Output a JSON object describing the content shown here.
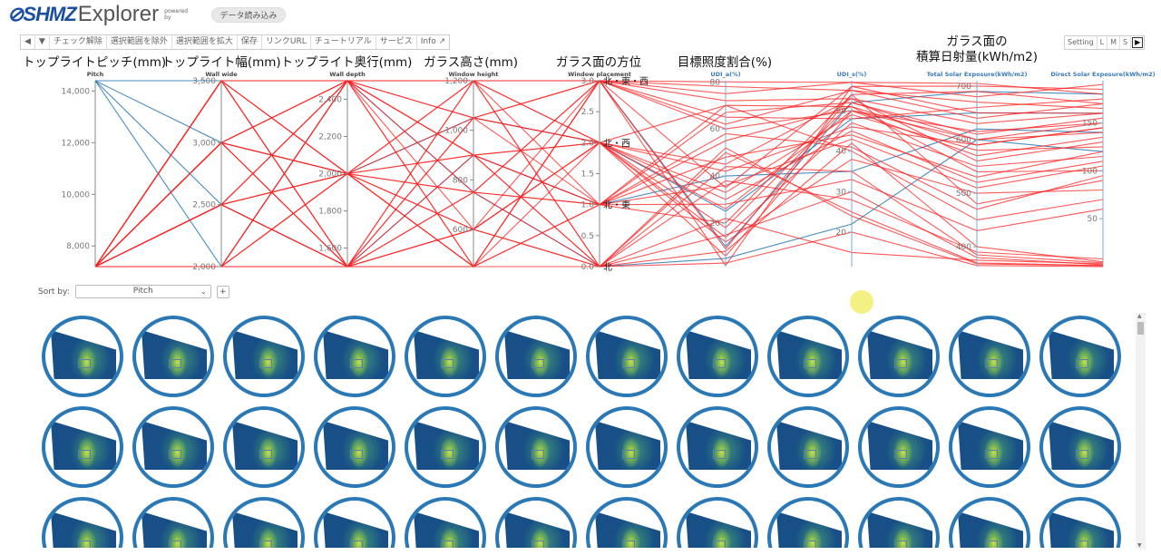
{
  "header": {
    "logo_mark": "⊘SHMZ",
    "logo_text": "Explorer",
    "powered": "powered by",
    "load_button": "データ読み込み"
  },
  "toolbar": {
    "items": [
      "◀",
      "▼",
      "チェック解除",
      "選択範囲を除外",
      "選択範囲を拡大",
      "保存",
      "リンクURL",
      "チュートリアル",
      "サービス",
      "Info ↗"
    ]
  },
  "right_toolbar": {
    "items": [
      "Setting",
      "L",
      "M",
      "S",
      "▶"
    ]
  },
  "titles": [
    "トップライトピッチ(mm)",
    "トップライト幅(mm)",
    "トップライト奥行(mm)",
    "ガラス高さ(mm)",
    "ガラス面の方位",
    "目標照度割合(%)",
    "ガラス面の",
    "積算日射量(kWh/m2)"
  ],
  "sort": {
    "label": "Sort by:",
    "value": "Pitch",
    "caret": "⌄",
    "add": "+"
  },
  "colors": {
    "selected": "#ff2020",
    "other": "#2a78b5",
    "axis": "#888"
  },
  "chart_data": {
    "type": "parallel-coordinates",
    "axes": [
      {
        "label": "Pitch",
        "range": [
          7200,
          14400
        ],
        "ticks": [
          8000,
          10000,
          12000,
          14000
        ],
        "tick_labels": [
          "8,000",
          "10,000",
          "12,000",
          "14,000"
        ]
      },
      {
        "label": "Wall wide",
        "range": [
          2000,
          3500
        ],
        "ticks": [
          2000,
          2500,
          3000,
          3500
        ],
        "tick_labels": [
          "2,000",
          "2,500",
          "3,000",
          "3,500"
        ]
      },
      {
        "label": "Wall depth",
        "range": [
          1500,
          2500
        ],
        "ticks": [
          1600,
          1800,
          2000,
          2200,
          2400
        ],
        "tick_labels": [
          "1,600",
          "1,800",
          "2,000",
          "2,200",
          "2,400"
        ]
      },
      {
        "label": "Window height",
        "range": [
          450,
          1200
        ],
        "ticks": [
          600,
          800,
          1000,
          1200
        ],
        "tick_labels": [
          "600",
          "800",
          "1,000",
          "1,200"
        ]
      },
      {
        "label": "Window placement",
        "range": [
          0,
          3
        ],
        "ticks": [
          0,
          0.5,
          1,
          1.5,
          2,
          2.5,
          3
        ],
        "tick_labels": [
          "0.0",
          "0.5",
          "1.0",
          "1.5",
          "2.0",
          "2.5",
          "3.0"
        ],
        "categories": [
          "北",
          "北・東",
          "北・西",
          "北・東・西"
        ]
      },
      {
        "label": "UDI_a(%)",
        "range": [
          1.5,
          80.5
        ],
        "ticks": [
          20,
          40,
          60,
          80
        ],
        "tick_labels": [
          "20",
          "40",
          "60",
          "80"
        ],
        "blue": true
      },
      {
        "label": "UDI_s(%)",
        "range": [
          11.5,
          57.4
        ],
        "ticks": [
          20,
          30,
          40,
          50
        ],
        "tick_labels": [
          "20",
          "30",
          "40",
          "50"
        ],
        "blue": true
      },
      {
        "label": "Total Solar Exposure(kWh/m2)",
        "range": [
          363,
          710
        ],
        "ticks": [
          400,
          500,
          600,
          700
        ],
        "tick_labels": [
          "400",
          "500",
          "600",
          "700"
        ],
        "blue": true
      },
      {
        "label": "Direct Solar Exposure(kWh/m2)",
        "range": [
          0,
          194
        ],
        "ticks": [
          50,
          100,
          150
        ],
        "tick_labels": [
          "50",
          "100",
          "150"
        ],
        "blue": true
      }
    ],
    "records": [
      [
        14400,
        3500,
        2500,
        1200,
        3,
        10,
        52,
        690,
        180
      ],
      [
        14400,
        3000,
        2000,
        1050,
        2,
        25,
        48,
        650,
        160
      ],
      [
        14400,
        2500,
        1500,
        900,
        1,
        40,
        35,
        620,
        140
      ],
      [
        14400,
        2000,
        2500,
        750,
        0,
        5,
        22,
        600,
        120
      ],
      [
        7200,
        3500,
        2000,
        1200,
        3,
        78,
        55,
        640,
        170
      ],
      [
        7200,
        3500,
        1500,
        450,
        3,
        60,
        50,
        600,
        150
      ],
      [
        7200,
        3000,
        2500,
        1050,
        2,
        45,
        53,
        560,
        130
      ],
      [
        7200,
        3000,
        1500,
        600,
        2,
        30,
        45,
        520,
        110
      ],
      [
        7200,
        2500,
        2000,
        900,
        1,
        20,
        54,
        480,
        90
      ],
      [
        7200,
        2500,
        2500,
        450,
        1,
        70,
        40,
        450,
        70
      ],
      [
        7200,
        2000,
        1500,
        750,
        0,
        15,
        30,
        380,
        2
      ],
      [
        7200,
        2000,
        2500,
        1200,
        0,
        50,
        25,
        370,
        1
      ],
      [
        7200,
        2000,
        2000,
        600,
        3,
        35,
        56,
        700,
        185
      ],
      [
        7200,
        3500,
        2500,
        900,
        0,
        8,
        42,
        400,
        5
      ],
      [
        7200,
        2500,
        1500,
        1050,
        3,
        65,
        48,
        660,
        175
      ],
      [
        7200,
        3000,
        2000,
        750,
        1,
        55,
        51,
        540,
        100
      ],
      [
        7200,
        3500,
        1500,
        600,
        2,
        12,
        38,
        500,
        80
      ],
      [
        7200,
        2000,
        2000,
        1050,
        2,
        42,
        46,
        590,
        145
      ],
      [
        7200,
        2500,
        2500,
        1200,
        0,
        3,
        20,
        365,
        0
      ],
      [
        7200,
        3000,
        1500,
        450,
        3,
        75,
        57,
        680,
        190
      ],
      [
        7200,
        3500,
        2000,
        750,
        1,
        28,
        33,
        430,
        60
      ],
      [
        7200,
        2000,
        1500,
        900,
        2,
        18,
        52,
        610,
        155
      ],
      [
        7200,
        2500,
        2000,
        600,
        0,
        38,
        28,
        390,
        8
      ],
      [
        7200,
        3000,
        2500,
        1200,
        3,
        62,
        55,
        670,
        165
      ],
      [
        7200,
        3500,
        2500,
        1050,
        1,
        48,
        44,
        530,
        120
      ],
      [
        7200,
        2000,
        2500,
        450,
        2,
        6,
        50,
        570,
        135
      ],
      [
        7200,
        2500,
        1500,
        750,
        3,
        72,
        53,
        630,
        160
      ],
      [
        7200,
        3000,
        2000,
        900,
        0,
        22,
        15,
        375,
        3
      ],
      [
        7200,
        3500,
        1500,
        1200,
        2,
        33,
        49,
        580,
        125
      ],
      [
        7200,
        2000,
        2000,
        450,
        1,
        58,
        41,
        470,
        95
      ],
      [
        7200,
        2500,
        2500,
        900,
        2,
        14,
        47,
        550,
        115
      ],
      [
        7200,
        3000,
        1500,
        1200,
        1,
        67,
        52,
        600,
        140
      ],
      [
        7200,
        3500,
        2000,
        450,
        0,
        44,
        35,
        385,
        4
      ],
      [
        7200,
        2000,
        1500,
        1050,
        3,
        80,
        57,
        705,
        180
      ],
      [
        7200,
        2500,
        2000,
        1200,
        2,
        26,
        50,
        615,
        150
      ],
      [
        7200,
        3000,
        2500,
        600,
        0,
        52,
        24,
        368,
        1
      ],
      [
        7200,
        3500,
        2500,
        750,
        3,
        9,
        54,
        690,
        170
      ],
      [
        7200,
        2000,
        2500,
        900,
        1,
        36,
        43,
        510,
        105
      ],
      [
        7200,
        2500,
        1500,
        600,
        2,
        70,
        51,
        590,
        145
      ],
      [
        7200,
        3000,
        2000,
        450,
        3,
        2,
        56,
        650,
        160
      ]
    ]
  }
}
